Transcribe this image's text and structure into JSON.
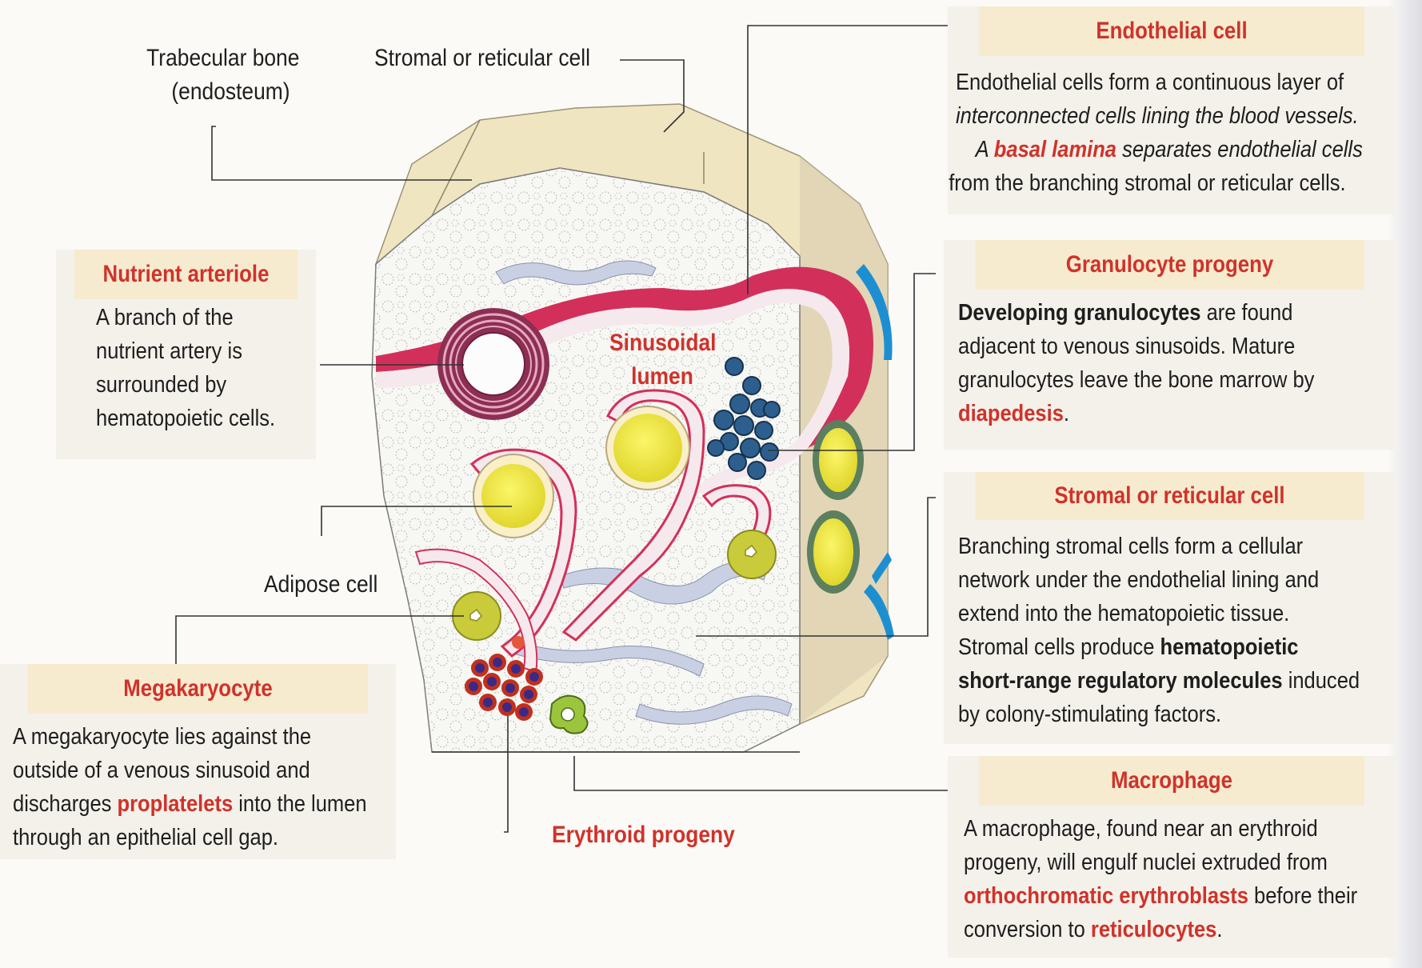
{
  "labels": {
    "trabecular_bone": "Trabecular bone",
    "endosteum": "(endosteum)",
    "stromal_top": "Stromal or reticular cell",
    "sinusoidal": "Sinusoidal",
    "lumen": "lumen",
    "adipose": "Adipose cell",
    "erythroid": "Erythroid progeny"
  },
  "endothelial": {
    "title": "Endothelial cell",
    "line1": "Endothelial cells form a continuous layer of",
    "line2": "interconnected cells lining the blood vessels.",
    "line3_pre": "A ",
    "line3_red": "basal lamina",
    "line3_post": " separates endothelial cells",
    "line4": "from the branching stromal or reticular cells."
  },
  "granulocyte": {
    "title": "Granulocyte progeny",
    "bold": "Developing granulocytes",
    "line1_post": " are found",
    "line2": "adjacent to venous sinusoids. Mature",
    "line3": "granulocytes leave the bone marrow by",
    "red": "diapedesis",
    "end": "."
  },
  "stromal": {
    "title": "Stromal or reticular cell",
    "line1": "Branching stromal cells form a cellular",
    "line2": "network under the endothelial lining and",
    "line3": "extend into the hematopoietic tissue.",
    "line4_pre": "Stromal cells produce ",
    "line4_bold": "hematopoietic",
    "line5_bold": "short-range regulatory molecules",
    "line5_post": " induced",
    "line6": "by colony-stimulating factors."
  },
  "macrophage": {
    "title": "Macrophage",
    "line1": "A macrophage, found near an erythroid",
    "line2": "progeny, will engulf nuclei extruded from",
    "line3_red": "orthochromatic erythroblasts",
    "line3_post": " before their",
    "line4_pre": "conversion to ",
    "line4_red": "reticulocytes",
    "line4_post": "."
  },
  "nutrient": {
    "title": "Nutrient arteriole",
    "line1": "A branch of the",
    "line2": "nutrient artery is",
    "line3": "surrounded by",
    "line4": "hematopoietic cells."
  },
  "megakaryocyte": {
    "title": "Megakaryocyte",
    "line1": "A megakaryocyte lies against the",
    "line2": "outside of a venous sinusoid and",
    "line3_pre": "discharges ",
    "line3_red": "proplatelets",
    "line3_post": " into the lumen",
    "line4": "through an epithelial cell gap."
  },
  "colors": {
    "title_red": "#d0322a",
    "header_band": "#f6ebcf",
    "box_bg": "#f3f1ea",
    "adipose_yellow": "#f2ea3c",
    "granulocyte_blue": "#2d5f8e",
    "erythroid_red": "#c0301f",
    "stromal_blue": "#c9d0e4"
  }
}
